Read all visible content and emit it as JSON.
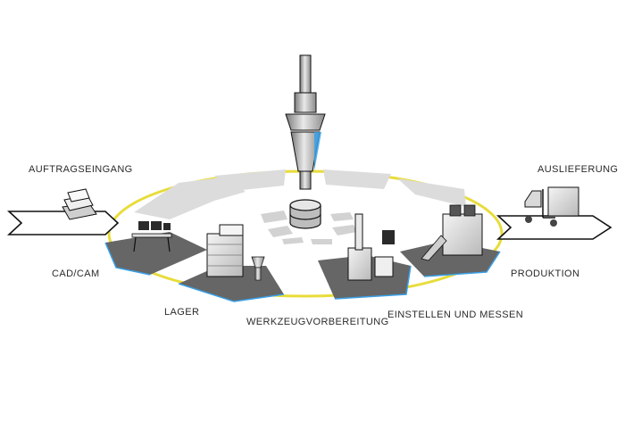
{
  "labels": {
    "auftragseingang": "AUFTRAGSEINGANG",
    "auslieferung": "AUSLIEFERUNG",
    "cad_cam": "CAD/CAM",
    "produktion": "PRODUKTION",
    "lager": "LAGER",
    "werkzeugvorbereitung": "WERKZEUGVORBEREITUNG",
    "einstellen_und_messen": "EINSTELLEN UND MESSEN"
  },
  "colors": {
    "ring": "#e8dc3a",
    "accent_blue": "#3aa0e6",
    "platform_dark": "#666666",
    "platform_light": "#dcdcdc",
    "outline": "#111111"
  },
  "icons": {
    "center": "database-icon",
    "spindle": "tool-holder-icon",
    "intake": "documents-tray-icon",
    "delivery": "forklift-icon"
  }
}
